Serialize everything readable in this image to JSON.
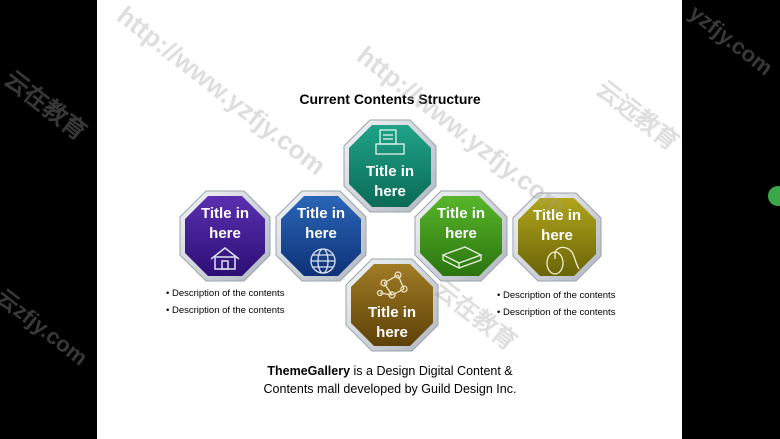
{
  "diagram": {
    "title": "Current Contents Structure",
    "nodes": [
      {
        "id": "purple",
        "label": "Title in\nhere",
        "icon": "house-icon",
        "color_top": "#5b2fb0",
        "color_bottom": "#2c0f75"
      },
      {
        "id": "blue",
        "label": "Title in\nhere",
        "icon": "globe-icon",
        "color_top": "#2a66b8",
        "color_bottom": "#0e3277"
      },
      {
        "id": "teal",
        "label": "Title in\nhere",
        "icon": "printer-icon",
        "color_top": "#1fa387",
        "color_bottom": "#0b6a56"
      },
      {
        "id": "green",
        "label": "Title in\nhere",
        "icon": "book-icon",
        "color_top": "#58b62a",
        "color_bottom": "#2b7410"
      },
      {
        "id": "olive",
        "label": "Title in\nhere",
        "icon": "mouse-icon",
        "color_top": "#b0a51a",
        "color_bottom": "#6a6408"
      },
      {
        "id": "brown",
        "label": "Title in\nhere",
        "icon": "network-icon",
        "color_top": "#a07c25",
        "color_bottom": "#5e4108"
      }
    ],
    "left_descriptions": [
      "Description of the contents",
      "Description of the contents"
    ],
    "right_descriptions": [
      "Description of the contents",
      "Description of the contents"
    ]
  },
  "footer": {
    "brand": "ThemeGallery",
    "line1_rest": " is a Design Digital Content &",
    "line2": "Contents mall developed by Guild Design Inc."
  },
  "watermarks": [
    "http://www.yzfjy.com",
    "云zfjy.com",
    "云在教育",
    "云远教育",
    "http://www.yzfjy.com",
    "云在教育",
    "yzfjy.com"
  ]
}
